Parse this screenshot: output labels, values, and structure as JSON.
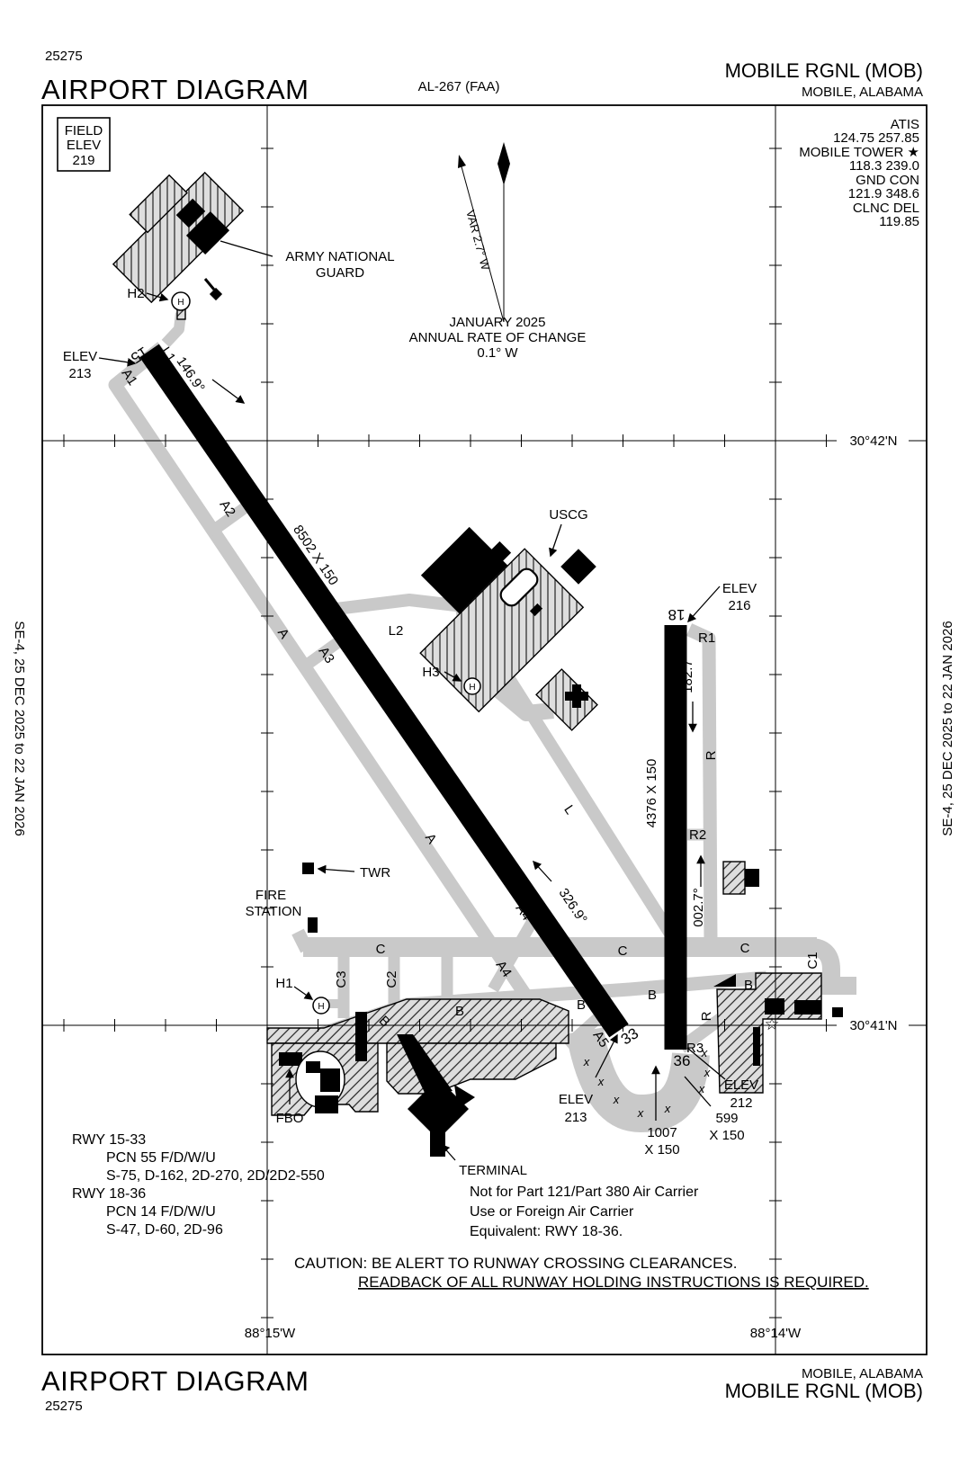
{
  "doc": {
    "chart_number": "25275",
    "title": "AIRPORT DIAGRAM",
    "procedure_ref": "AL-267 (FAA)",
    "airport": "MOBILE RGNL (MOB)",
    "city": "MOBILE, ALABAMA",
    "edition": "SE-4, 25 DEC 2025 to 22 JAN 2026"
  },
  "field_elev": {
    "l1": "FIELD",
    "l2": "ELEV",
    "value": "219"
  },
  "comm": {
    "atis_label": "ATIS",
    "atis": "124.75 257.85",
    "twr_label": "MOBILE TOWER ★",
    "twr": "118.3 239.0",
    "gnd_label": "GND CON",
    "gnd": "121.9 348.6",
    "clnc_label": "CLNC DEL",
    "clnc": "119.85"
  },
  "north": {
    "var": "VAR 2.7° W",
    "date": "JANUARY 2025",
    "rate1": "ANNUAL RATE OF CHANGE",
    "rate2": "0.1° W"
  },
  "runways": {
    "rw15": "15",
    "rw33": "33",
    "rw18": "18",
    "rw36": "36",
    "dim1533": "8502 X 150",
    "dim1836": "4376 X 150",
    "hdg15": "146.9°",
    "hdg33": "326.9°",
    "hdg18": "182.7°",
    "hdg36": "002.7°",
    "overrun33_l1": "1007",
    "overrun33_l2": "X 150",
    "overrun36_l1": "599",
    "overrun36_l2": "X 150"
  },
  "elev": {
    "label": "ELEV",
    "e213": "213",
    "e216": "216",
    "e212": "212"
  },
  "taxiways": {
    "a": "A",
    "a1": "A1",
    "a2": "A2",
    "a3": "A3",
    "a4": "A4",
    "a5": "A5",
    "b": "B",
    "c": "C",
    "c1": "C1",
    "c2": "C2",
    "c3": "C3",
    "l": "L",
    "l1": "L1",
    "l2": "L2",
    "r": "R",
    "r1": "R1",
    "r2": "R2",
    "r3": "R3"
  },
  "facilities": {
    "ang1": "ARMY NATIONAL",
    "ang2": "GUARD",
    "uscg": "USCG",
    "twr": "TWR",
    "fire1": "FIRE",
    "fire2": "STATION",
    "fbo": "FBO",
    "terminal": "TERMINAL",
    "h1": "H1",
    "h2": "H2",
    "h3": "H3",
    "h": "H",
    "star": "☆",
    "xmark": "x"
  },
  "coords": {
    "n42": "30°42'N",
    "n41": "30°41'N",
    "w15": "88°15'W",
    "w14": "88°14'W"
  },
  "data_block": {
    "rwy1533": "RWY 15-33",
    "pcn1533": "PCN 55 F/D/W/U",
    "strength1533": "S-75, D-162, 2D-270, 2D/2D2-550",
    "rwy1836": "RWY 18-36",
    "pcn1836": "PCN 14 F/D/W/U",
    "strength1836": "S-47, D-60, 2D-96"
  },
  "notes": {
    "l1": "Not for Part 121/Part 380 Air Carrier",
    "l2": "Use or Foreign Air Carrier",
    "l3": "Equivalent: RWY 18-36.",
    "caution1": "CAUTION: BE ALERT TO RUNWAY CROSSING CLEARANCES.",
    "caution2": "READBACK OF ALL RUNWAY HOLDING INSTRUCTIONS IS REQUIRED."
  }
}
